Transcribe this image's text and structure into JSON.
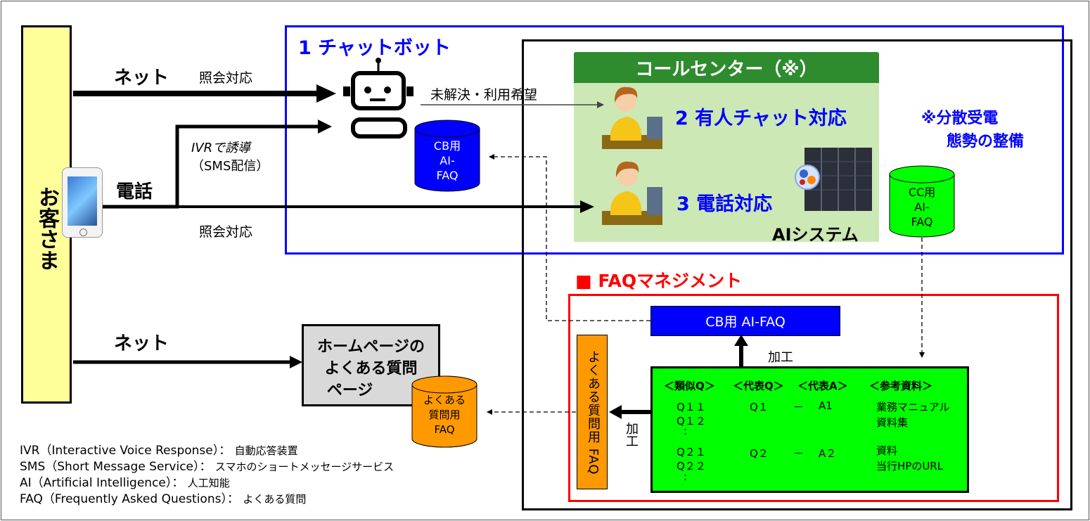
{
  "customer": {
    "label": "お客さま"
  },
  "net_top": "ネット",
  "inquiry_top": "照会対応",
  "phone_label": "電話",
  "ivr_line1": "IVRで誘導",
  "ivr_line2": "（SMS配信）",
  "inquiry_bottom": "照会対応",
  "unresolved": "未解決・利用希望",
  "chatbot_title": "1 チャットボット",
  "cb_cylinder": [
    "CB用",
    "AI-",
    "FAQ"
  ],
  "callcenter_header": "コールセンター（※）",
  "manned_chat": "2 有人チャット対応",
  "phone_support": "3 電話対応",
  "ai_system": "AIシステム",
  "distributed_line1": "※分散受電",
  "distributed_line2": "態勢の整備",
  "cc_cylinder": [
    "CC用",
    "AI-",
    "FAQ"
  ],
  "faq_mgmt_title": "■ FAQマネジメント",
  "cbfaq_bar": "CB用 AI-FAQ",
  "kako_top": "加工",
  "kako_left": "加工",
  "yoku_bar": "よくある質問用 FAQ",
  "table": {
    "headers": [
      "＜類似Q＞",
      "＜代表Q＞",
      "＜代表A＞",
      "＜参考資料＞"
    ],
    "g1_q": [
      "Q１１",
      "Q１２"
    ],
    "g1_rep_q": "Q１",
    "g1_dash": "－",
    "g1_rep_a": "A1",
    "g1_ref": [
      "業務マニュアル",
      "資料集"
    ],
    "g2_q": [
      "Q２１",
      "Q２２"
    ],
    "g2_rep_q": "Q２",
    "g2_dash": "－",
    "g2_rep_a": "A２",
    "g2_ref": [
      "資料",
      "当行HPのURL"
    ],
    "dots": ":"
  },
  "net_bottom": "ネット",
  "homepage_line1": "ホームページの",
  "homepage_line2": "よくある質問",
  "homepage_line3": "ページ",
  "faq_cylinder": [
    "よくある",
    "質問用",
    "FAQ"
  ],
  "notes": [
    {
      "term": "IVR（Interactive Voice Response）：",
      "def": "自動応答装置"
    },
    {
      "term": "SMS（Short Message Service）：",
      "def": "スマホのショートメッセージサービス"
    },
    {
      "term": "AI（Artificial Intelligence）：",
      "def": "人工知能"
    },
    {
      "term": "FAQ（Frequently Asked Questions）：",
      "def": "よくある質問"
    }
  ],
  "colors": {
    "blue": "#0000ff",
    "red": "#ff0000",
    "green_header": "#2e8b2e",
    "green_table": "#00ff00",
    "orange": "#ff9900",
    "customer_yellow": "#ffff99"
  }
}
